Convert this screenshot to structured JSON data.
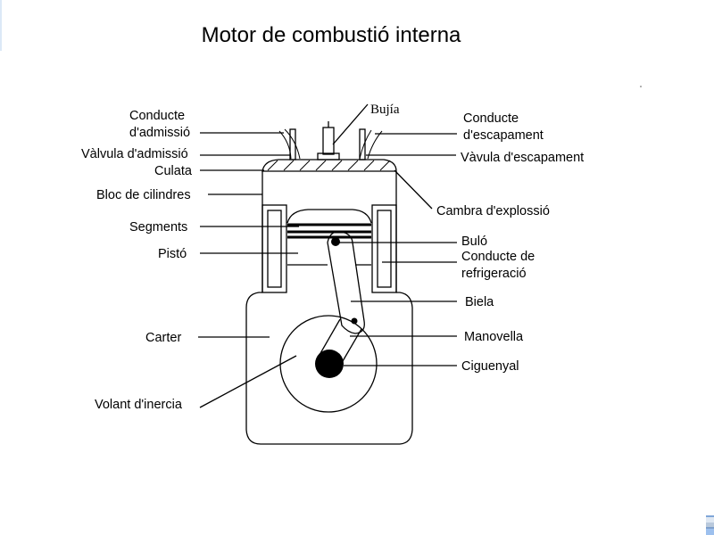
{
  "title": "Motor de combustió interna",
  "diagram": {
    "subject": "internal combustion engine cross-section",
    "labels_left": [
      {
        "id": "conducte-admissio",
        "lines": [
          "Conducte",
          "d'admissió"
        ]
      },
      {
        "id": "valvula-admissio",
        "lines": [
          "Vàlvula d'admissió"
        ]
      },
      {
        "id": "culata",
        "lines": [
          "Culata"
        ]
      },
      {
        "id": "bloc-cilindres",
        "lines": [
          "Bloc de cilindres"
        ]
      },
      {
        "id": "segments",
        "lines": [
          "Segments"
        ]
      },
      {
        "id": "pisto",
        "lines": [
          "Pistó"
        ]
      },
      {
        "id": "carter",
        "lines": [
          "Carter"
        ]
      },
      {
        "id": "volant-inercia",
        "lines": [
          "Volant d'inercia"
        ]
      }
    ],
    "labels_top": [
      {
        "id": "bujia",
        "lines": [
          "Bujía"
        ]
      }
    ],
    "labels_right": [
      {
        "id": "conducte-escapament",
        "lines": [
          "Conducte",
          "d'escapament"
        ]
      },
      {
        "id": "valvula-escapament",
        "lines": [
          "Vàvula d'escapament"
        ]
      },
      {
        "id": "cambra-explossio",
        "lines": [
          "Cambra d'explossió"
        ]
      },
      {
        "id": "bulo",
        "lines": [
          "Buló"
        ]
      },
      {
        "id": "conducte-refrigeracio",
        "lines": [
          "Conducte de",
          "refrigeració"
        ]
      },
      {
        "id": "biela",
        "lines": [
          "Biela"
        ]
      },
      {
        "id": "manovella",
        "lines": [
          "Manovella"
        ]
      },
      {
        "id": "ciguenyal",
        "lines": [
          "Ciguenyal"
        ]
      }
    ]
  }
}
